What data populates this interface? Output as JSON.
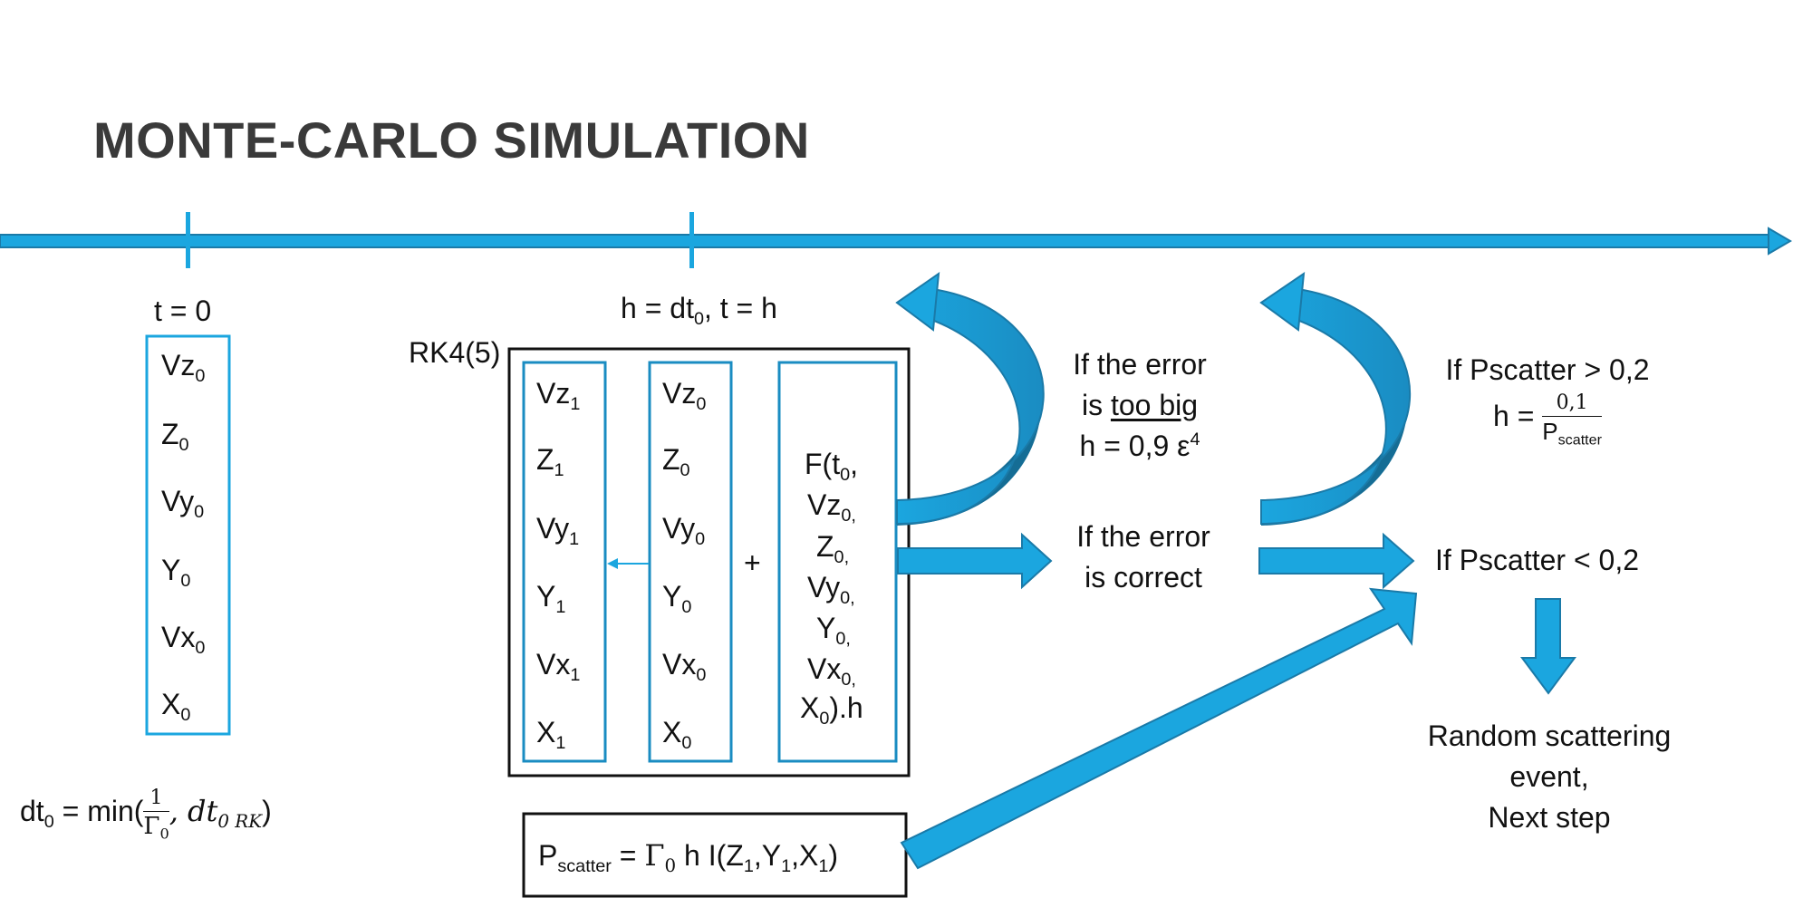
{
  "title": "MONTE-CARLO SIMULATION",
  "colors": {
    "accent": "#1ba6df",
    "accent_dark": "#1a7aa8",
    "accent_deep": "#156d95",
    "text": "#111111",
    "title": "#3a3a3a"
  },
  "timeline": {
    "t0": {
      "label_main": "t = 0"
    },
    "t1": {
      "label_a": "h = dt",
      "label_sub": "0",
      "label_b": ", t = h"
    }
  },
  "initial_state": [
    {
      "name": "Vz",
      "sub": "0"
    },
    {
      "name": "Z",
      "sub": "0"
    },
    {
      "name": "Vy",
      "sub": "0"
    },
    {
      "name": "Y",
      "sub": "0"
    },
    {
      "name": "Vx",
      "sub": "0"
    },
    {
      "name": "X",
      "sub": "0"
    }
  ],
  "dt_formula": {
    "lhs": "dt",
    "lhs_sub": "0",
    "eq": " = min(",
    "frac_num": "1",
    "frac_den": "Γ",
    "frac_den_sub": "0",
    "rest": ", dt",
    "rest_sub": "0 RK",
    "close": ")"
  },
  "rk": {
    "label": "RK4(5)",
    "new_state": [
      {
        "name": "Vz",
        "sub": "1"
      },
      {
        "name": "Z",
        "sub": "1"
      },
      {
        "name": "Vy",
        "sub": "1"
      },
      {
        "name": "Y",
        "sub": "1"
      },
      {
        "name": "Vx",
        "sub": "1"
      },
      {
        "name": "X",
        "sub": "1"
      }
    ],
    "old_state": [
      {
        "name": "Vz",
        "sub": "0"
      },
      {
        "name": "Z",
        "sub": "0"
      },
      {
        "name": "Vy",
        "sub": "0"
      },
      {
        "name": "Y",
        "sub": "0"
      },
      {
        "name": "Vx",
        "sub": "0"
      },
      {
        "name": "X",
        "sub": "0"
      }
    ],
    "plus": "+",
    "func_lines": [
      {
        "a": "F(t",
        "sub": "0",
        "b": ","
      },
      {
        "a": "Vz",
        "sub": "0,",
        "b": ""
      },
      {
        "a": "Z",
        "sub": "0,",
        "b": ""
      },
      {
        "a": "Vy",
        "sub": "0,",
        "b": ""
      },
      {
        "a": "Y",
        "sub": "0,",
        "b": ""
      },
      {
        "a": "Vx",
        "sub": "0,",
        "b": ""
      },
      {
        "a": "X",
        "sub": "0",
        "b": ").h"
      }
    ]
  },
  "pscatter_box": {
    "p": "P",
    "p_sub": "scatter",
    "eq": " = ",
    "gamma": "Γ",
    "gamma_sub": "0",
    "h": " h I(Z",
    "z_sub": "1",
    "comma1": ",Y",
    "y_sub": "1",
    "comma2": ",X",
    "x_sub": "1",
    "close": ")"
  },
  "error_big": {
    "line1": "If the error",
    "line2_a": "is ",
    "line2_u": "too big",
    "line3_a": "h = 0,9 ε",
    "line3_sup": "4"
  },
  "error_ok": {
    "line1": "If the error",
    "line2": "is correct"
  },
  "pscatter_gt": {
    "line1": "If Pscatter > 0,2",
    "h": "h = ",
    "num": "0,1",
    "den": "P",
    "den_sub": "scatter"
  },
  "pscatter_lt": {
    "text": "If Pscatter < 0,2"
  },
  "result": {
    "line1": "Random scattering",
    "line2": "event,",
    "line3": "Next step"
  }
}
